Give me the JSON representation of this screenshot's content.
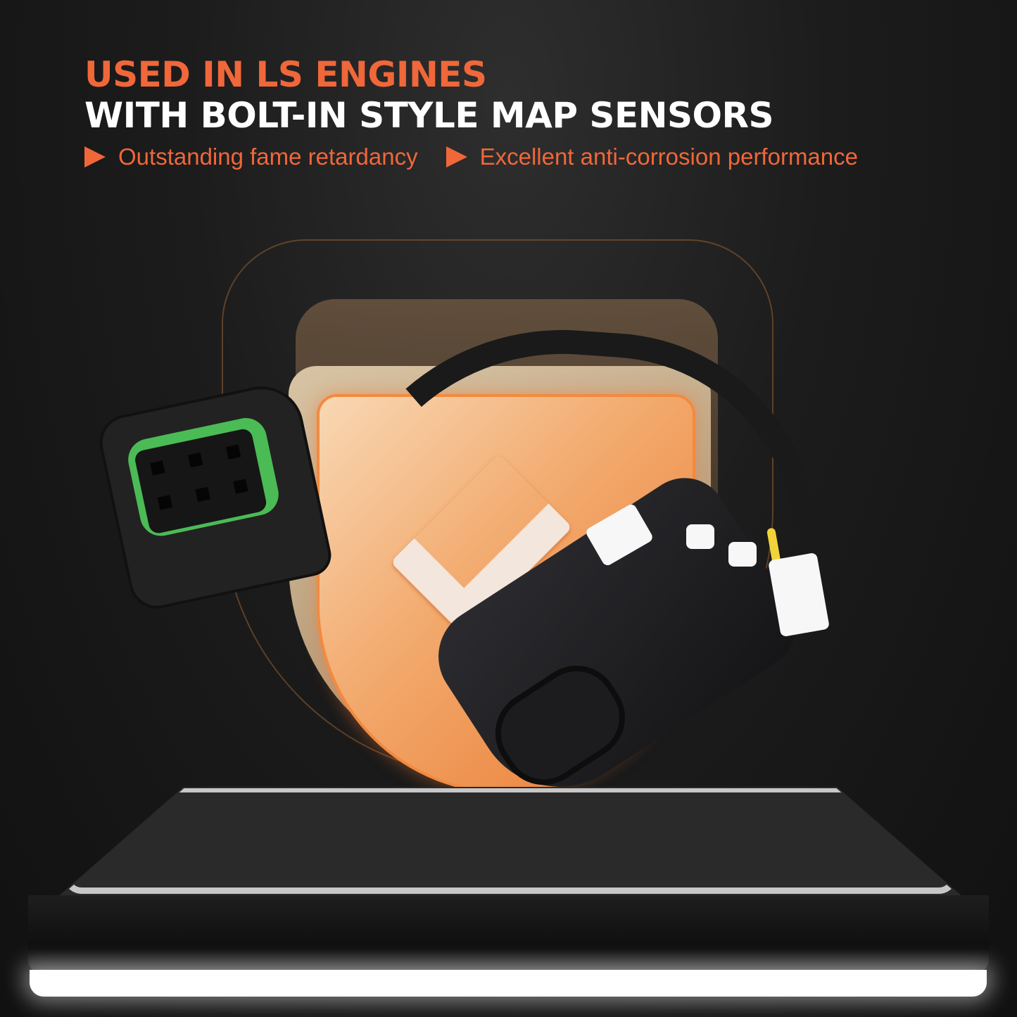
{
  "header": {
    "line1": "USED IN LS ENGINES",
    "line2": "WITH BOLT-IN STYLE MAP SENSORS"
  },
  "features": [
    {
      "icon": "triangle-bullet-icon",
      "text": "Outstanding fame retardancy"
    },
    {
      "icon": "triangle-bullet-icon",
      "text": "Excellent anti-corrosion performance"
    }
  ],
  "graphic": {
    "badge": "shield-checkmark-icon",
    "product": "MAP sensor adapter harness with braided sleeve",
    "pedestal": "illuminated display platform"
  },
  "colors": {
    "accent": "#f0673a",
    "headline_secondary": "#ffffff",
    "background": "#1c1c1c",
    "shield_orange": "#ea7a32",
    "seal_green": "#4bbb55"
  }
}
